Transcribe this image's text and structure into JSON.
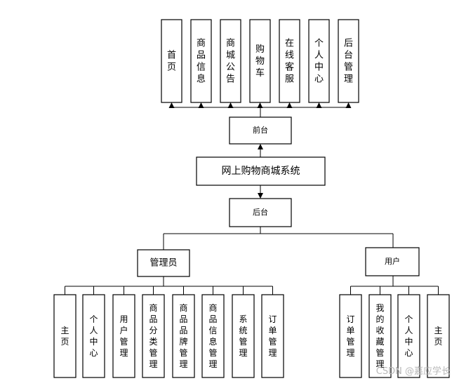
{
  "diagram": {
    "root": "网上购物商城系统",
    "front": {
      "label": "前台",
      "items": [
        "首页",
        "商品信息",
        "商城公告",
        "购物车",
        "在线客服",
        "个人中心",
        "后台管理"
      ]
    },
    "back": {
      "label": "后台",
      "admin": {
        "label": "管理员",
        "items": [
          "主页",
          "个人中心",
          "用户管理",
          "商品分类管理",
          "商品品牌管理",
          "商品信息管理",
          "系统管理",
          "订单管理"
        ]
      },
      "user": {
        "label": "用户",
        "items": [
          "订单管理",
          "我的收藏管理",
          "个人中心",
          "主页"
        ]
      }
    }
  },
  "watermark": "CSDN @嘉应学长"
}
